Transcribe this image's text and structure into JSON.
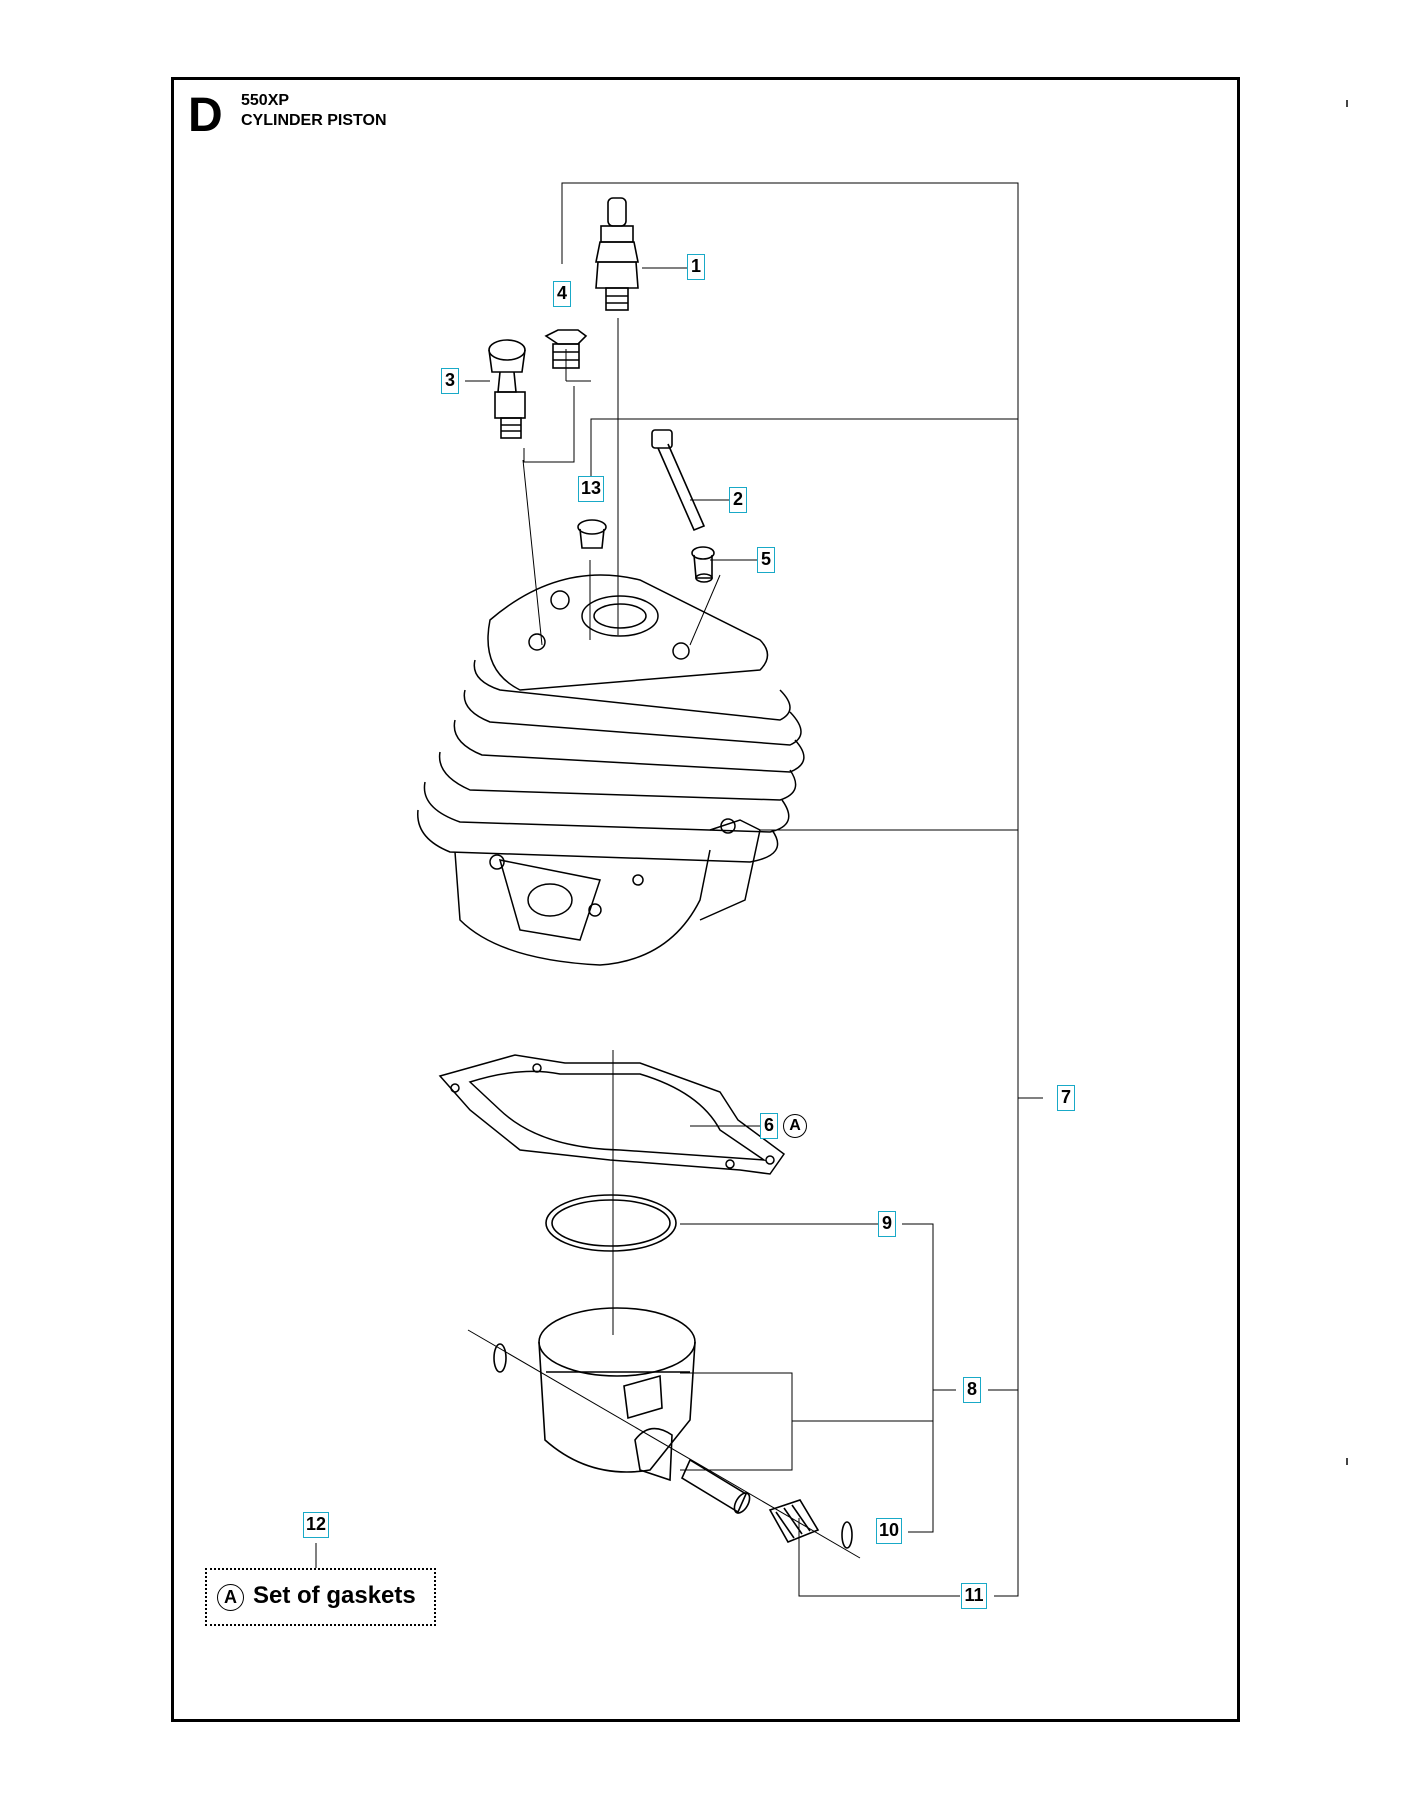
{
  "header": {
    "section_letter": "D",
    "model": "550XP",
    "title": "CYLINDER PISTON"
  },
  "callouts": {
    "c1": "1",
    "c2": "2",
    "c3": "3",
    "c4": "4",
    "c5": "5",
    "c6": "6",
    "c7": "7",
    "c8": "8",
    "c9": "9",
    "c10": "10",
    "c11": "11",
    "c12": "12",
    "c13": "13"
  },
  "markers": {
    "a_symbol": "A"
  },
  "legend": {
    "symbol": "A",
    "text": "Set of gaskets"
  }
}
